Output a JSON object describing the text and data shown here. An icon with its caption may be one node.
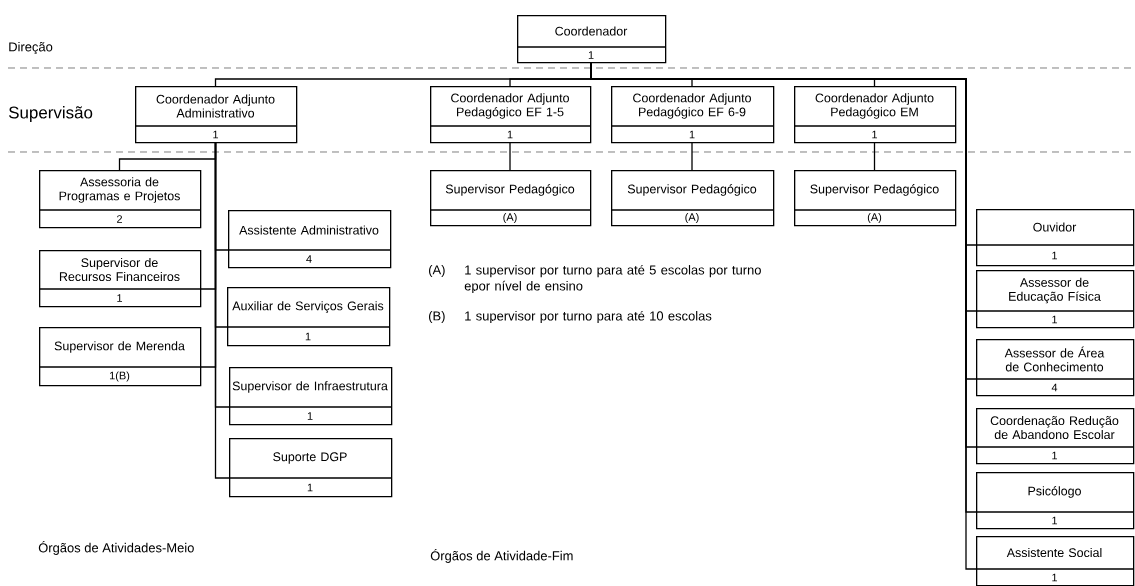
{
  "diagram": {
    "nodes": [
      {
        "text": [
          "Coordenador",
          "1"
        ]
      },
      {
        "text": [
          "Coordenador Adjunto Administrativo",
          "1"
        ]
      },
      {
        "text": [
          "Coordenador Adjunto Pedagógico EF 1-5",
          "1"
        ]
      },
      {
        "text": [
          "Coordenador Adjunto Pedagógico EF 6-9",
          "1"
        ]
      },
      {
        "text": [
          "Coordenador Adjunto Pedagógico EM",
          "1"
        ]
      },
      {
        "text": [
          "Assessoria de Programas e Projetos",
          "2"
        ]
      },
      {
        "text": [
          "Supervisor de Recursos Financeiros",
          "1"
        ]
      },
      {
        "text": [
          "Supervisor de Merenda",
          "1(B)"
        ]
      },
      {
        "text": [
          "Assistente Administrativo",
          "4"
        ]
      },
      {
        "text": [
          "Auxiliar de Serviços Gerais",
          "1"
        ]
      },
      {
        "text": [
          "Supervisor de Infraestrutura",
          "1"
        ]
      },
      {
        "text": [
          "Suporte DGP",
          "1"
        ]
      },
      {
        "text": [
          "Supervisor Pedagógico",
          "(A)"
        ]
      },
      {
        "text": [
          "Supervisor Pedagógico",
          "(A)"
        ]
      },
      {
        "text": [
          "Supervisor Pedagógico",
          "(A)"
        ]
      },
      {
        "text": [
          "Ouvidor",
          "1"
        ]
      },
      {
        "text": [
          "Assessor de Educação Física",
          "1"
        ]
      },
      {
        "text": [
          "Assessor de Área de Conhecimento",
          "4"
        ]
      },
      {
        "text": [
          "Coordenação Redução de Abandono Escolar",
          "1"
        ]
      },
      {
        "text": [
          "Psicólogo",
          "1"
        ]
      },
      {
        "text": [
          "Assistente Social",
          "1"
        ]
      }
    ],
    "edges": [
      {
        "from": 0,
        "to": 1,
        "arrow": "none"
      },
      {
        "from": 0,
        "to": 2,
        "arrow": "none"
      },
      {
        "from": 0,
        "to": 3,
        "arrow": "none"
      },
      {
        "from": 0,
        "to": 4,
        "arrow": "none"
      },
      {
        "from": 0,
        "to": 15,
        "arrow": "none"
      },
      {
        "from": 0,
        "to": 16,
        "arrow": "none"
      },
      {
        "from": 0,
        "to": 17,
        "arrow": "none"
      },
      {
        "from": 0,
        "to": 18,
        "arrow": "none"
      },
      {
        "from": 0,
        "to": 19,
        "arrow": "none"
      },
      {
        "from": 0,
        "to": 20,
        "arrow": "none"
      },
      {
        "from": 1,
        "to": 5,
        "arrow": "none"
      },
      {
        "from": 1,
        "to": 6,
        "arrow": "none"
      },
      {
        "from": 1,
        "to": 7,
        "arrow": "none"
      },
      {
        "from": 1,
        "to": 8,
        "arrow": "none"
      },
      {
        "from": 1,
        "to": 9,
        "arrow": "none"
      },
      {
        "from": 1,
        "to": 10,
        "arrow": "none"
      },
      {
        "from": 1,
        "to": 11,
        "arrow": "none"
      },
      {
        "from": 2,
        "to": 12,
        "arrow": "none"
      },
      {
        "from": 3,
        "to": 13,
        "arrow": "none"
      },
      {
        "from": 4,
        "to": 14,
        "arrow": "none"
      }
    ],
    "labels": [
      "Direção",
      "Supervisão",
      "(A)",
      "1 supervisor por turno para até 5 escolas por turno epor nível de ensino",
      "(B)",
      "1 supervisor por turno para até 10 escolas",
      "Órgãos de Atividades-Meio",
      "Órgãos de Atividade-Fim"
    ]
  }
}
